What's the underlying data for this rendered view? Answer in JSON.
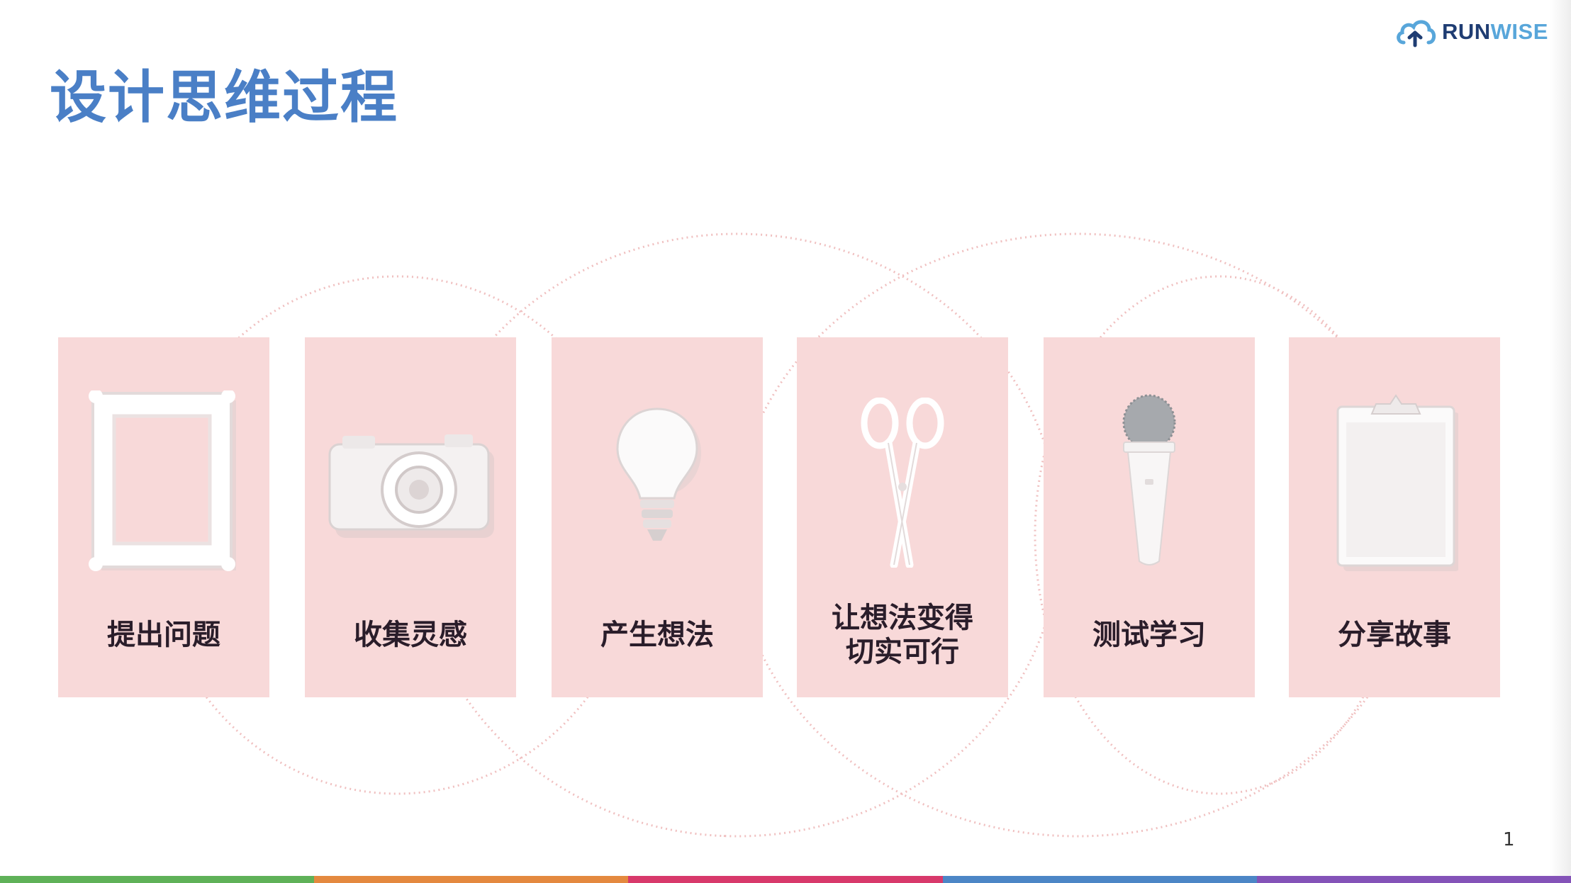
{
  "slide": {
    "title": "设计思维过程",
    "page_number": "1"
  },
  "logo": {
    "run": "RUN",
    "wise": "WISE"
  },
  "steps": [
    {
      "label": "提出问题",
      "icon": "picture-frame-icon"
    },
    {
      "label": "收集灵感",
      "icon": "camera-icon"
    },
    {
      "label": "产生想法",
      "icon": "light-bulb-icon"
    },
    {
      "label": "让想法变得\n切实可行",
      "icon": "scissors-icon"
    },
    {
      "label": "测试学习",
      "icon": "microphone-icon"
    },
    {
      "label": "分享故事",
      "icon": "clipboard-icon"
    }
  ],
  "colors": {
    "title": "#4a7fc6",
    "card": "#f8d9d9",
    "loop": "#f0c0c0",
    "logo_dark": "#1f3d73",
    "logo_light": "#58a6da",
    "bar": [
      "#5fb158",
      "#e4893f",
      "#d8396b",
      "#4c86c6",
      "#8453b8"
    ]
  }
}
